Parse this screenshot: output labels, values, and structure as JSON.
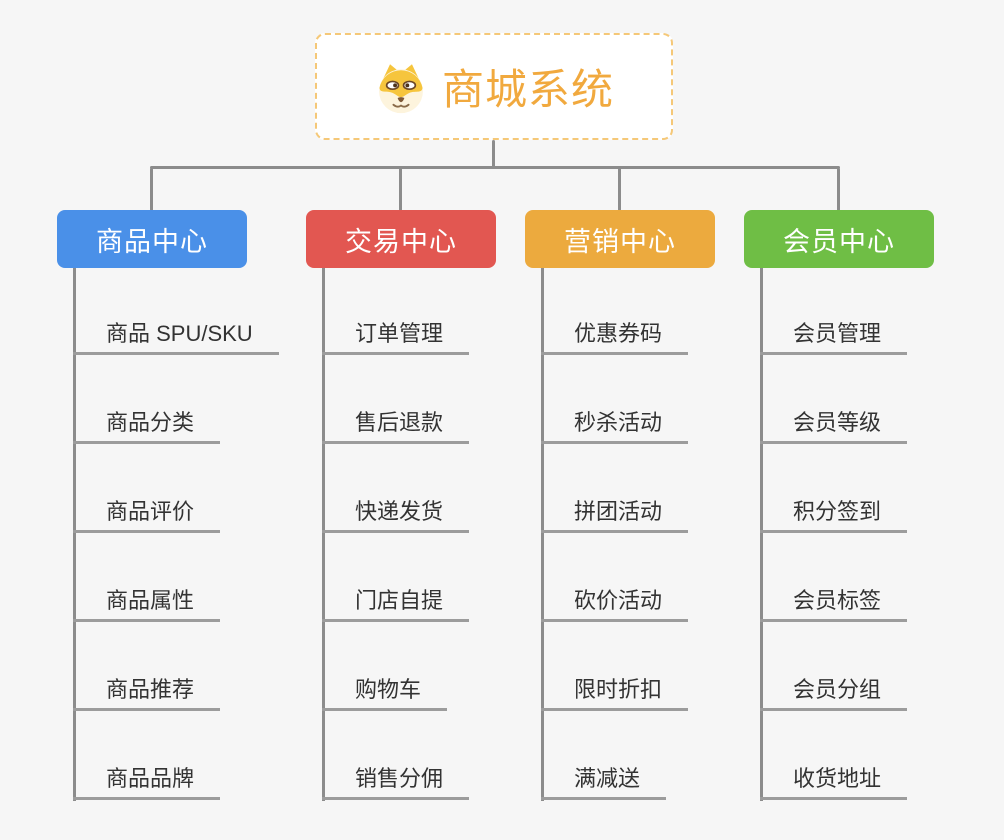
{
  "canvas": {
    "background": "#f6f6f6",
    "connector_color": "#8c8c8c",
    "underline_color": "#9c9c9c"
  },
  "root": {
    "title": "商城系统",
    "icon": "dog-face-icon",
    "text_color": "#f1a93e",
    "border_color": "#f5c878",
    "background": "#ffffff"
  },
  "branches": [
    {
      "label": "商品中心",
      "color": "#4a90e8",
      "children": [
        "商品 SPU/SKU",
        "商品分类",
        "商品评价",
        "商品属性",
        "商品推荐",
        "商品品牌"
      ]
    },
    {
      "label": "交易中心",
      "color": "#e25751",
      "children": [
        "订单管理",
        "售后退款",
        "快递发货",
        "门店自提",
        "购物车",
        "销售分佣"
      ]
    },
    {
      "label": "营销中心",
      "color": "#ecaa3e",
      "children": [
        "优惠券码",
        "秒杀活动",
        "拼团活动",
        "砍价活动",
        "限时折扣",
        "满减送"
      ]
    },
    {
      "label": "会员中心",
      "color": "#6fbe45",
      "children": [
        "会员管理",
        "会员等级",
        "积分签到",
        "会员标签",
        "会员分组",
        "收货地址"
      ]
    }
  ]
}
